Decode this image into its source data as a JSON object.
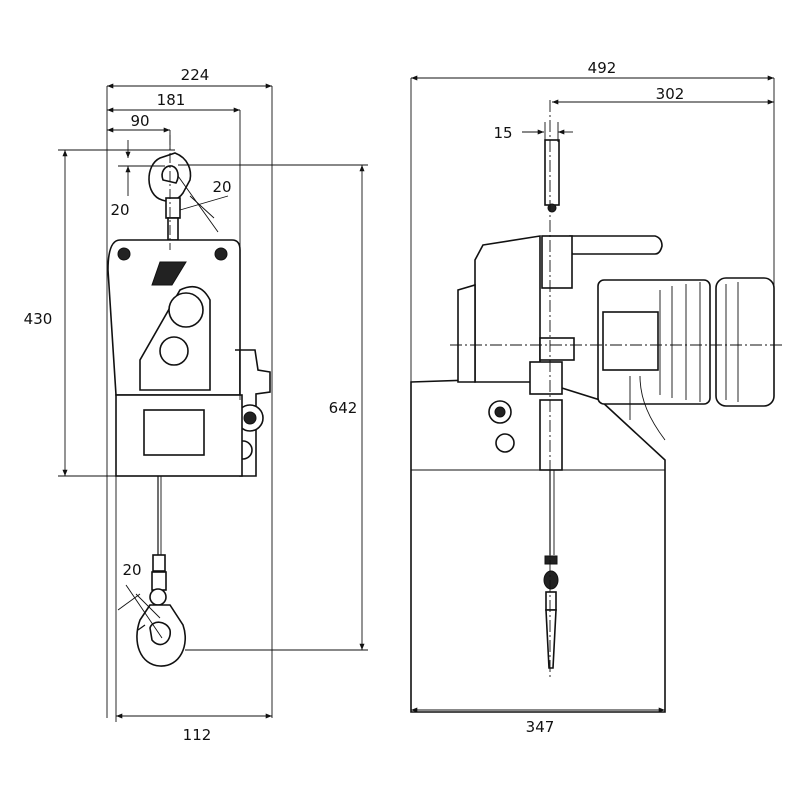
{
  "drawing": {
    "front_view": {
      "dimensions": {
        "overall_width": "224",
        "width_to_right_edge": "181",
        "width_to_hook_center": "90",
        "hook_throat_top": "20",
        "hook_thickness_top": "20",
        "body_height": "430",
        "overall_height": "642",
        "hook_thickness_bottom": "20",
        "base_width": "112"
      }
    },
    "side_view": {
      "dimensions": {
        "overall_length": "492",
        "motor_length": "302",
        "suspension_width": "15",
        "base_length": "347"
      }
    }
  }
}
